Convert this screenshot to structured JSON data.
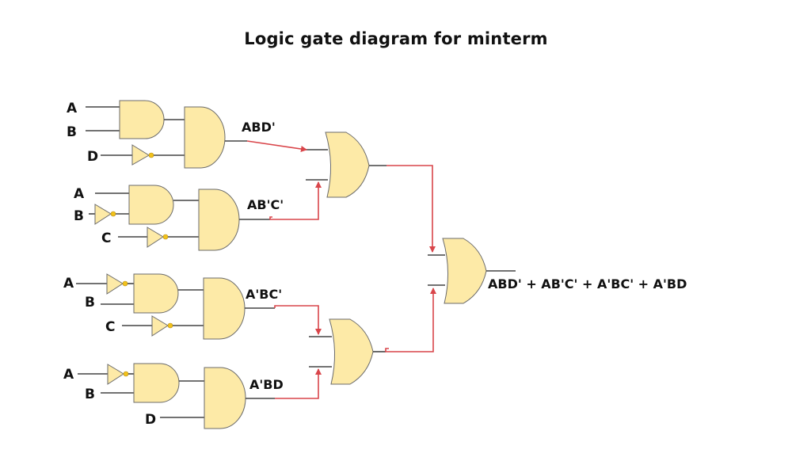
{
  "title": "Logic gate diagram for minterm",
  "colors": {
    "gate_fill": "#fdeaa7",
    "wire": "#444444",
    "connector": "#d9454a",
    "inverter_bubble": "#f2c21a"
  },
  "groups": [
    {
      "term": "ABD'",
      "inputs": [
        {
          "label": "A",
          "inverted": false
        },
        {
          "label": "B",
          "inverted": false
        },
        {
          "label": "D",
          "inverted": true
        }
      ]
    },
    {
      "term": "AB'C'",
      "inputs": [
        {
          "label": "A",
          "inverted": false
        },
        {
          "label": "B",
          "inverted": true
        },
        {
          "label": "C",
          "inverted": true
        }
      ]
    },
    {
      "term": "A'BC'",
      "inputs": [
        {
          "label": "A",
          "inverted": true
        },
        {
          "label": "B",
          "inverted": false
        },
        {
          "label": "C",
          "inverted": true
        }
      ]
    },
    {
      "term": "A'BD",
      "inputs": [
        {
          "label": "A",
          "inverted": true
        },
        {
          "label": "B",
          "inverted": false
        },
        {
          "label": "D",
          "inverted": false
        }
      ]
    }
  ],
  "or_gates": [
    {
      "name": "or-gate-1",
      "inputs": [
        "ABD'",
        "AB'C'"
      ]
    },
    {
      "name": "or-gate-2",
      "inputs": [
        "A'BC'",
        "A'BD"
      ]
    },
    {
      "name": "or-gate-final",
      "inputs": [
        "or-gate-1",
        "or-gate-2"
      ]
    }
  ],
  "output_expression": "ABD' + AB'C' + A'BC' + A'BD"
}
